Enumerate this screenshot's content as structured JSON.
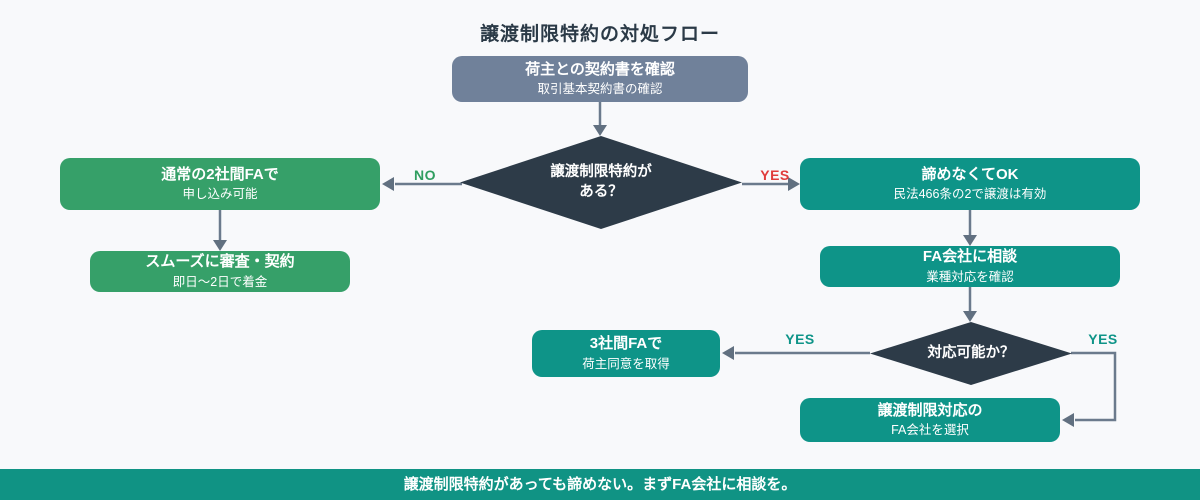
{
  "title": "譲渡制限特約の対処フロー",
  "footer": "譲渡制限特約があっても諦めない。まずFA会社に相談を。",
  "branch_labels": {
    "no": "NO",
    "yes_restriction": "YES",
    "yes_capable_left": "YES",
    "yes_capable_right": "YES"
  },
  "nodes": {
    "start": {
      "title": "荷主との契約書を確認",
      "subtitle": "取引基本契約書の確認"
    },
    "decision_restriction": {
      "line1": "譲渡制限特約が",
      "line2": "ある？"
    },
    "normal_fa": {
      "title": "通常の2社間FAで",
      "subtitle": "申し込み可能"
    },
    "smooth_contract": {
      "title": "スムーズに審査・契約",
      "subtitle": "即日〜2日で着金"
    },
    "dont_give_up": {
      "title": "諦めなくてOK",
      "subtitle": "民法466条の2で譲渡は有効"
    },
    "consult_fa": {
      "title": "FA会社に相談",
      "subtitle": "業種対応を確認"
    },
    "decision_capable": {
      "line1": "対応可能か？"
    },
    "three_party_fa": {
      "title": "3社間FAで",
      "subtitle": "荷主同意を取得"
    },
    "select_fa": {
      "title": "譲渡制限対応の",
      "subtitle": "FA会社を選択"
    }
  },
  "colors": {
    "background": "#f8f9fb",
    "start_node": "#70819a",
    "decision_node": "#2d3b48",
    "green_node": "#36a069",
    "teal_node": "#0e9488",
    "footer_bar": "#109384",
    "connector_line": "#6b7a8c",
    "arrowhead": "#617080",
    "label_no": "#2f9e5f",
    "label_yes_red": "#e03c3c",
    "label_yes_teal": "#0e9488",
    "title_text": "#2b3a47"
  }
}
